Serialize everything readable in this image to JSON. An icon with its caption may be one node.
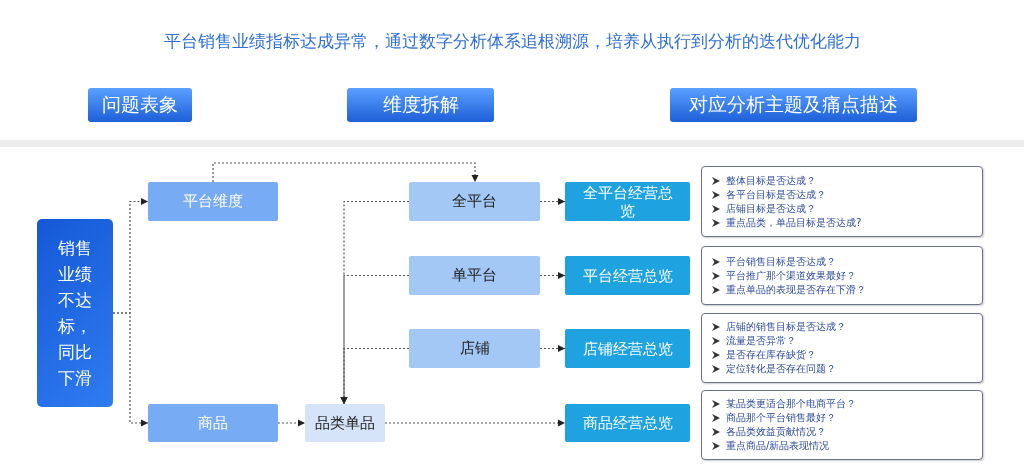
{
  "diagram": {
    "title": "平台销售业绩指标达成异常，通过数字分析体系追根溯源，培养从执行到分析的迭代优化能力",
    "nodes": [
      {
        "text": [
          "问题表象"
        ]
      },
      {
        "text": [
          "维度拆解"
        ]
      },
      {
        "text": [
          "对应分析主题及痛点描述"
        ]
      },
      {
        "text": [
          "销售业绩不达标，同比下滑"
        ]
      },
      {
        "text": [
          "平台维度"
        ]
      },
      {
        "text": [
          "商品"
        ]
      },
      {
        "text": [
          "全平台"
        ]
      },
      {
        "text": [
          "单平台"
        ]
      },
      {
        "text": [
          "店铺"
        ]
      },
      {
        "text": [
          "品类单品"
        ]
      },
      {
        "text": [
          "全平台经营总览"
        ]
      },
      {
        "text": [
          "平台经营总览"
        ]
      },
      {
        "text": [
          "店铺经营总览"
        ]
      },
      {
        "text": [
          "商品经营总览"
        ]
      },
      {
        "text": [
          "整体目标是否达成？",
          "各平台目标是否达成？",
          "店铺目标是否达成？",
          "重点品类，单品目标是否达成?"
        ]
      },
      {
        "text": [
          "平台销售目标是否达成？",
          "平台推广那个渠道效果最好？",
          "重点单品的表现是否存在下滑？"
        ]
      },
      {
        "text": [
          "店铺的销售目标是否达成？",
          "流量是否异常？",
          "是否存在库存缺货？",
          "定位转化是否存在问题？"
        ]
      },
      {
        "text": [
          "某品类更适合那个电商平台？",
          "商品那个平台销售最好？",
          "各品类效益贡献情况？",
          "重点商品/新品表现情况"
        ]
      }
    ],
    "edges": [
      {
        "from": 3,
        "to": 4,
        "arrow": "to"
      },
      {
        "from": 3,
        "to": 5,
        "arrow": "to"
      },
      {
        "from": 4,
        "to": 6,
        "arrow": "to"
      },
      {
        "from": 6,
        "to": 9,
        "arrow": "to"
      },
      {
        "from": 7,
        "to": 9,
        "arrow": "to"
      },
      {
        "from": 8,
        "to": 9,
        "arrow": "to"
      },
      {
        "from": 5,
        "to": 9,
        "arrow": "to"
      },
      {
        "from": 6,
        "to": 10,
        "arrow": "to"
      },
      {
        "from": 7,
        "to": 11,
        "arrow": "to"
      },
      {
        "from": 8,
        "to": 12,
        "arrow": "to"
      },
      {
        "from": 9,
        "to": 13,
        "arrow": "to"
      }
    ]
  }
}
